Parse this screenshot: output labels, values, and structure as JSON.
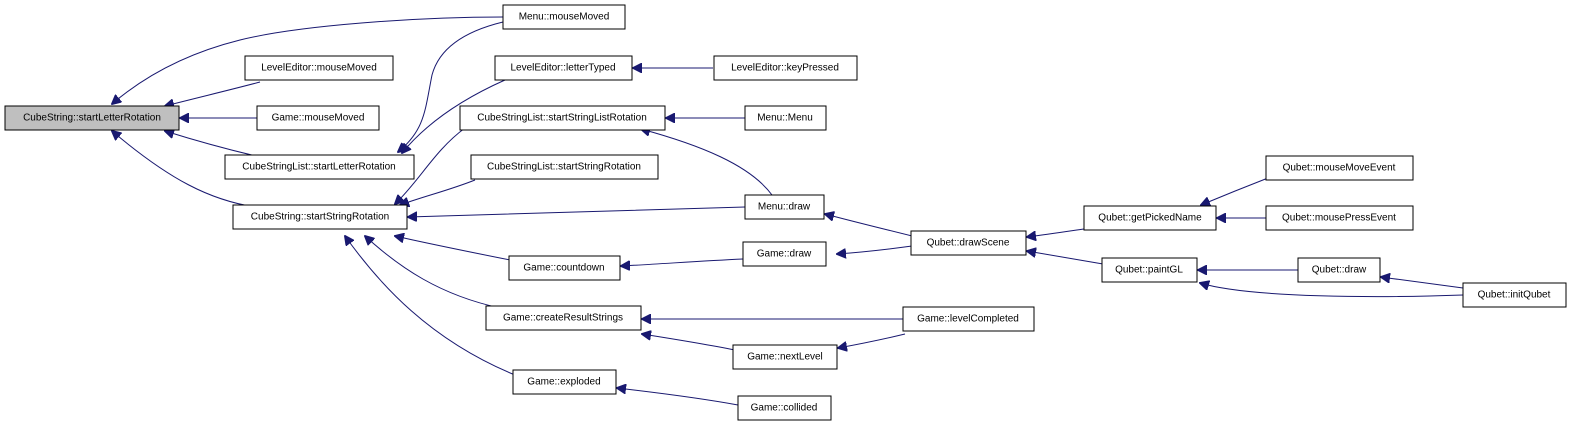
{
  "graph": {
    "colors": {
      "edge": "#191970",
      "root_fill": "#bfbfbf",
      "node_fill": "#ffffff",
      "node_stroke": "#000000"
    },
    "nodes": {
      "n_root": "CubeString::startLetterRotation",
      "n_menu_mm": "Menu::mouseMoved",
      "n_le_mm": "LevelEditor::mouseMoved",
      "n_game_mm": "Game::mouseMoved",
      "n_csl_slr": "CubeStringList::startLetterRotation",
      "n_cs_ssr": "CubeString::startStringRotation",
      "n_le_lt": "LevelEditor::letterTyped",
      "n_le_kp": "LevelEditor::keyPressed",
      "n_csl_sslr": "CubeStringList::startStringListRotation",
      "n_menu_menu": "Menu::Menu",
      "n_csl_ssr": "CubeStringList::startStringRotation",
      "n_menu_draw": "Menu::draw",
      "n_game_cd": "Game::countdown",
      "n_game_draw": "Game::draw",
      "n_game_crs": "Game::createResultStrings",
      "n_game_nl": "Game::nextLevel",
      "n_game_lc": "Game::levelCompleted",
      "n_game_exp": "Game::exploded",
      "n_game_col": "Game::collided",
      "n_q_ds": "Qubet::drawScene",
      "n_q_gpn": "Qubet::getPickedName",
      "n_q_mme": "Qubet::mouseMoveEvent",
      "n_q_mpe": "Qubet::mousePressEvent",
      "n_q_pgl": "Qubet::paintGL",
      "n_q_draw": "Qubet::draw",
      "n_q_init": "Qubet::initQubet"
    },
    "edges": [
      {
        "from": "n_menu_mm",
        "to": "n_root"
      },
      {
        "from": "n_le_mm",
        "to": "n_root"
      },
      {
        "from": "n_game_mm",
        "to": "n_root"
      },
      {
        "from": "n_csl_slr",
        "to": "n_root"
      },
      {
        "from": "n_cs_ssr",
        "to": "n_root"
      },
      {
        "from": "n_menu_mm",
        "to": "n_csl_slr"
      },
      {
        "from": "n_le_lt",
        "to": "n_csl_slr"
      },
      {
        "from": "n_le_kp",
        "to": "n_le_lt"
      },
      {
        "from": "n_csl_sslr",
        "to": "n_cs_ssr"
      },
      {
        "from": "n_csl_ssr",
        "to": "n_cs_ssr"
      },
      {
        "from": "n_menu_draw",
        "to": "n_cs_ssr"
      },
      {
        "from": "n_game_cd",
        "to": "n_cs_ssr"
      },
      {
        "from": "n_game_crs",
        "to": "n_cs_ssr"
      },
      {
        "from": "n_game_exp",
        "to": "n_cs_ssr"
      },
      {
        "from": "n_menu_menu",
        "to": "n_csl_sslr"
      },
      {
        "from": "n_menu_draw",
        "to": "n_csl_sslr"
      },
      {
        "from": "n_game_draw",
        "to": "n_game_cd"
      },
      {
        "from": "n_game_lc",
        "to": "n_game_crs"
      },
      {
        "from": "n_game_nl",
        "to": "n_game_crs"
      },
      {
        "from": "n_game_lc",
        "to": "n_game_nl"
      },
      {
        "from": "n_game_col",
        "to": "n_game_exp"
      },
      {
        "from": "n_q_ds",
        "to": "n_menu_draw"
      },
      {
        "from": "n_q_ds",
        "to": "n_game_draw"
      },
      {
        "from": "n_q_gpn",
        "to": "n_q_ds"
      },
      {
        "from": "n_q_pgl",
        "to": "n_q_ds"
      },
      {
        "from": "n_q_mme",
        "to": "n_q_gpn"
      },
      {
        "from": "n_q_mpe",
        "to": "n_q_gpn"
      },
      {
        "from": "n_q_draw",
        "to": "n_q_pgl"
      },
      {
        "from": "n_q_init",
        "to": "n_q_pgl"
      },
      {
        "from": "n_q_init",
        "to": "n_q_draw"
      }
    ]
  }
}
